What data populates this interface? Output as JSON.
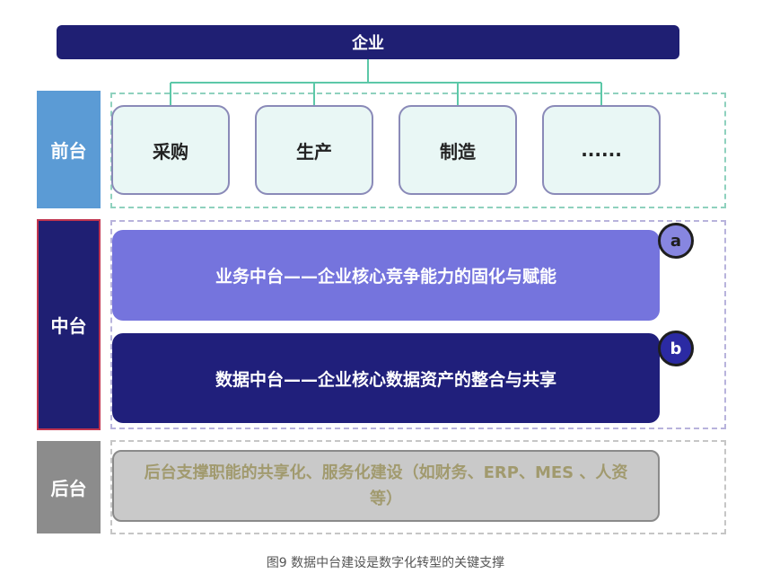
{
  "enterprise": {
    "label": "企业"
  },
  "layers": {
    "front": {
      "label": "前台",
      "items": [
        "采购",
        "生产",
        "制造",
        "......"
      ]
    },
    "middle": {
      "label": "中台",
      "business": {
        "text": "业务中台——企业核心竞争能力的固化与赋能",
        "marker": "a"
      },
      "data": {
        "text": "数据中台——企业核心数据资产的整合与共享",
        "marker": "b"
      }
    },
    "back": {
      "label": "后台",
      "text": "后台支撑职能的共享化、服务化建设（如财务、ERP、MES 、人资等）"
    }
  },
  "caption": "图9 数据中台建设是数字化转型的关键支撑",
  "colors": {
    "enterprise": "#1f1f73",
    "front_label": "#5b9bd5",
    "middle_label": "#1f1f73",
    "back_label": "#8c8c8c",
    "business_bar": "#7574dd",
    "data_bar": "#201f7b",
    "connector": "#5cc8a8"
  }
}
